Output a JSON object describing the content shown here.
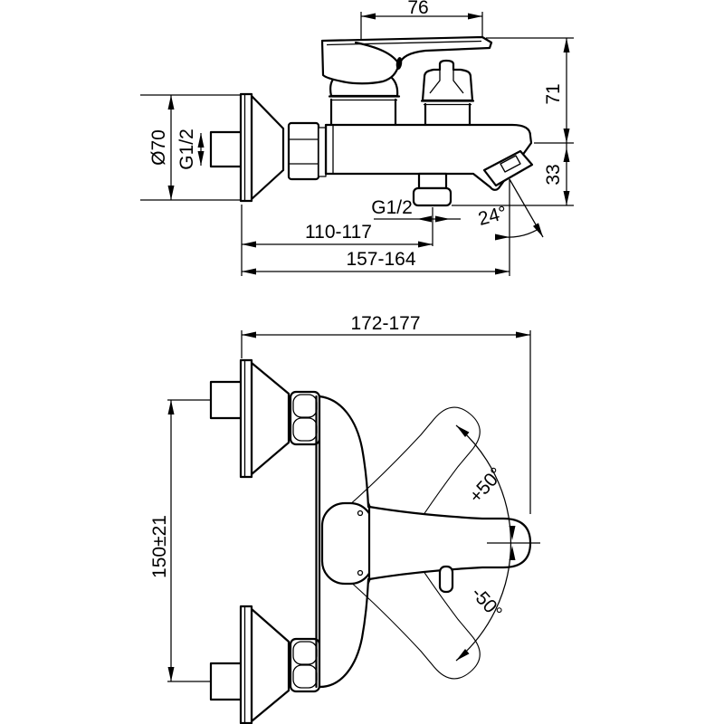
{
  "colors": {
    "background": "#ffffff",
    "line": "#000000"
  },
  "side_view": {
    "dim_handle_length": "76",
    "dim_height_above_axis": "71",
    "dim_spout_drop": "33",
    "dim_flange_diameter": "Ø70",
    "dim_wall_inlet_thread": "G1/2",
    "dim_shower_outlet_thread": "G1/2",
    "dim_wall_to_outlet": "110-117",
    "dim_wall_to_spout_tip": "157-164",
    "dim_spout_angle": "24°"
  },
  "plan_view": {
    "dim_overall_depth": "172-177",
    "dim_inlet_centre_distance": "150±21",
    "dim_handle_swing_up": "+50°",
    "dim_handle_swing_down": "-50°"
  }
}
